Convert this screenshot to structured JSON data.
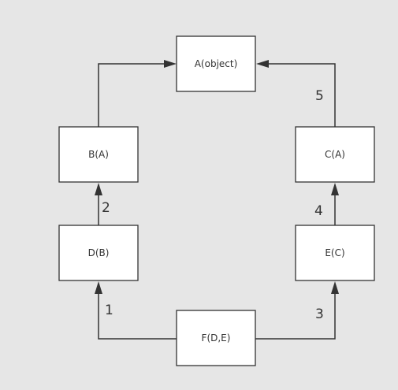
{
  "diagram": {
    "nodes": {
      "a": {
        "label": "A(object)"
      },
      "b": {
        "label": "B(A)"
      },
      "c": {
        "label": "C(A)"
      },
      "d": {
        "label": "D(B)"
      },
      "e": {
        "label": "E(C)"
      },
      "f": {
        "label": "F(D,E)"
      }
    },
    "edges": [
      {
        "from": "F(D,E)",
        "to": "D(B)",
        "label": "1"
      },
      {
        "from": "D(B)",
        "to": "B(A)",
        "label": "2"
      },
      {
        "from": "F(D,E)",
        "to": "E(C)",
        "label": "3"
      },
      {
        "from": "E(C)",
        "to": "C(A)",
        "label": "4"
      },
      {
        "from": "C(A)",
        "to": "A(object)",
        "label": "5"
      },
      {
        "from": "B(A)",
        "to": "A(object)",
        "label": ""
      }
    ]
  }
}
